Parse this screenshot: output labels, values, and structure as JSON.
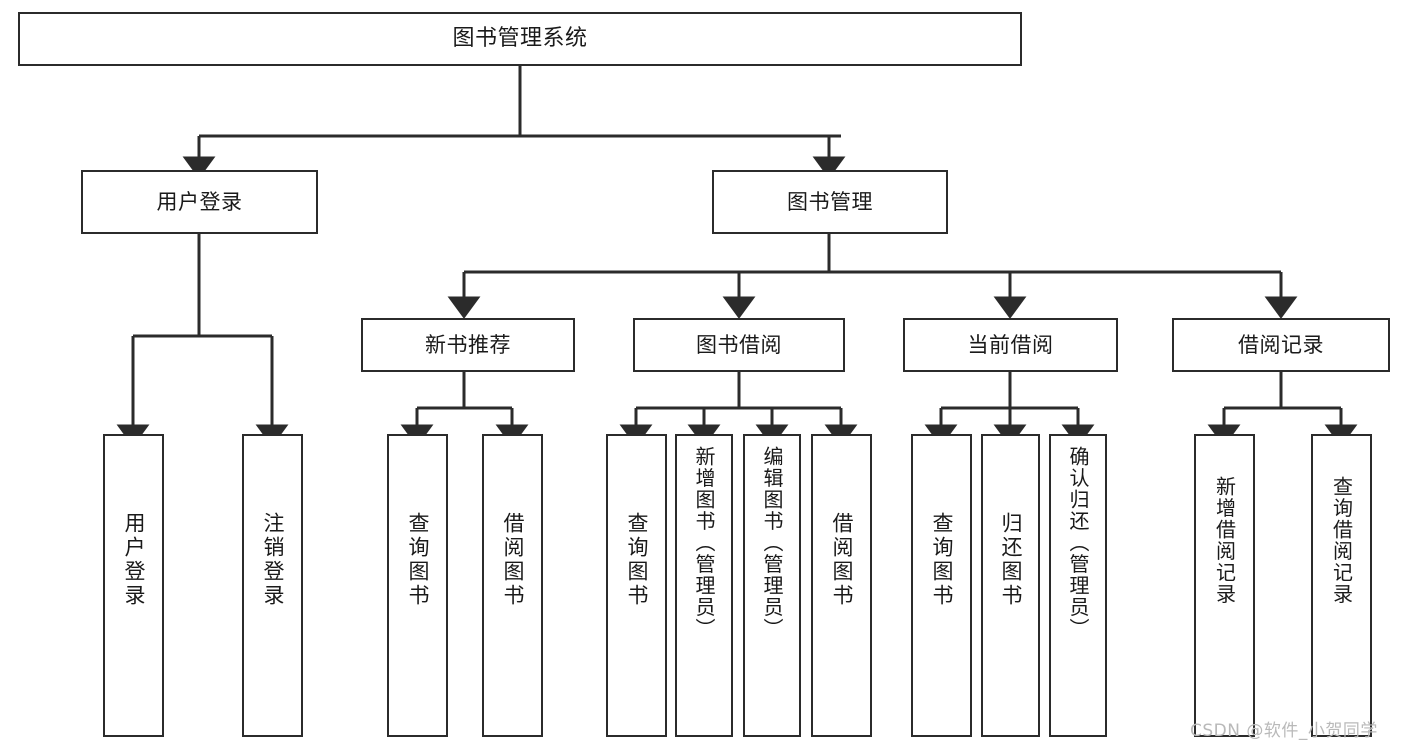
{
  "diagram": {
    "title": "图书管理系统",
    "type": "tree-hierarchy-chart",
    "stroke_color": "#2b2b2b",
    "background_color": "#ffffff",
    "arrow_style": "solid-filled-triangle"
  },
  "nodes": {
    "root": {
      "label": "图书管理系统"
    },
    "level1": [
      {
        "label": "用户登录"
      },
      {
        "label": "图书管理"
      }
    ],
    "level2": [
      {
        "label": "新书推荐"
      },
      {
        "label": "图书借阅"
      },
      {
        "label": "当前借阅"
      },
      {
        "label": "借阅记录"
      }
    ],
    "leaves": {
      "user_login": [
        {
          "label": "用户登录"
        },
        {
          "label": "注销登录"
        }
      ],
      "new_book_recommend": [
        {
          "label": "查询图书"
        },
        {
          "label": "借阅图书"
        }
      ],
      "book_borrow": [
        {
          "label": "查询图书"
        },
        {
          "label": "新增图书（管理员）"
        },
        {
          "label": "编辑图书（管理员）"
        },
        {
          "label": "借阅图书"
        }
      ],
      "current_borrow": [
        {
          "label": "查询图书"
        },
        {
          "label": "归还图书"
        },
        {
          "label": "确认归还（管理员）"
        }
      ],
      "borrow_record": [
        {
          "label": "新增借阅记录"
        },
        {
          "label": "查询借阅记录"
        }
      ]
    }
  },
  "watermark": {
    "text": "CSDN @软件_小贺同学"
  }
}
